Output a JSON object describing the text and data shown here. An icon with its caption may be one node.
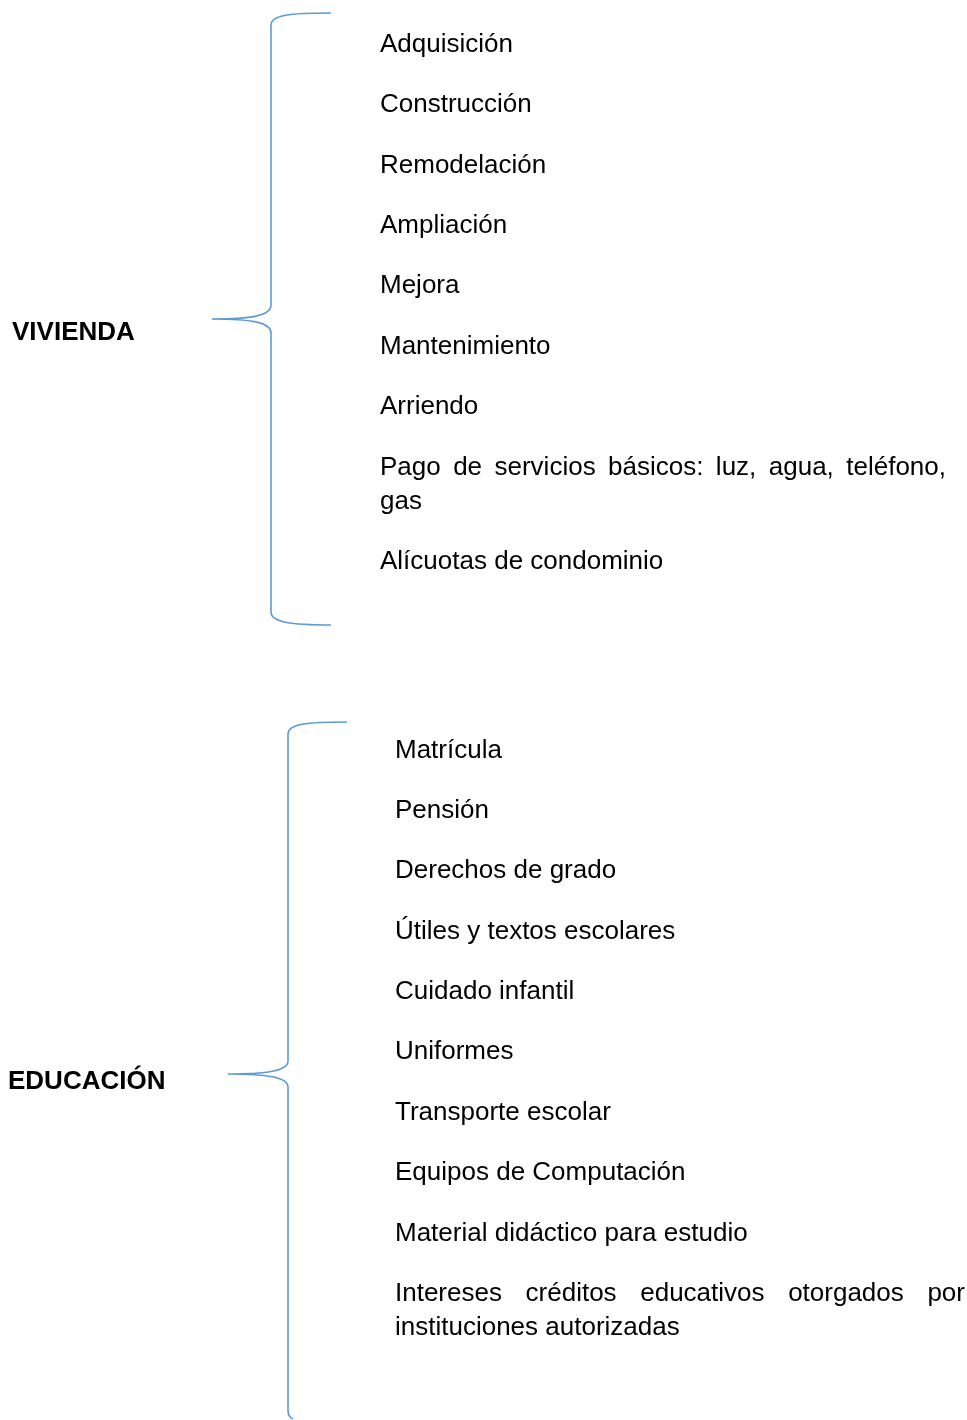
{
  "diagram": {
    "labels": [
      "VIVIENDA",
      "Adquisición",
      "Construcción",
      "Remodelación",
      "Ampliación",
      "Mejora",
      "Mantenimiento",
      "Arriendo",
      "Pago de servicios básicos: luz, agua, teléfono, gas",
      "Alícuotas de condominio",
      "EDUCACIÓN",
      "Matrícula",
      "Pensión",
      "Derechos de grado",
      "Útiles y textos escolares",
      "Cuidado infantil",
      "Uniformes",
      "Transporte escolar",
      "Equipos de Computación",
      "Material didáctico para estudio",
      "Intereses créditos educativos otorgados por instituciones autorizadas"
    ]
  }
}
